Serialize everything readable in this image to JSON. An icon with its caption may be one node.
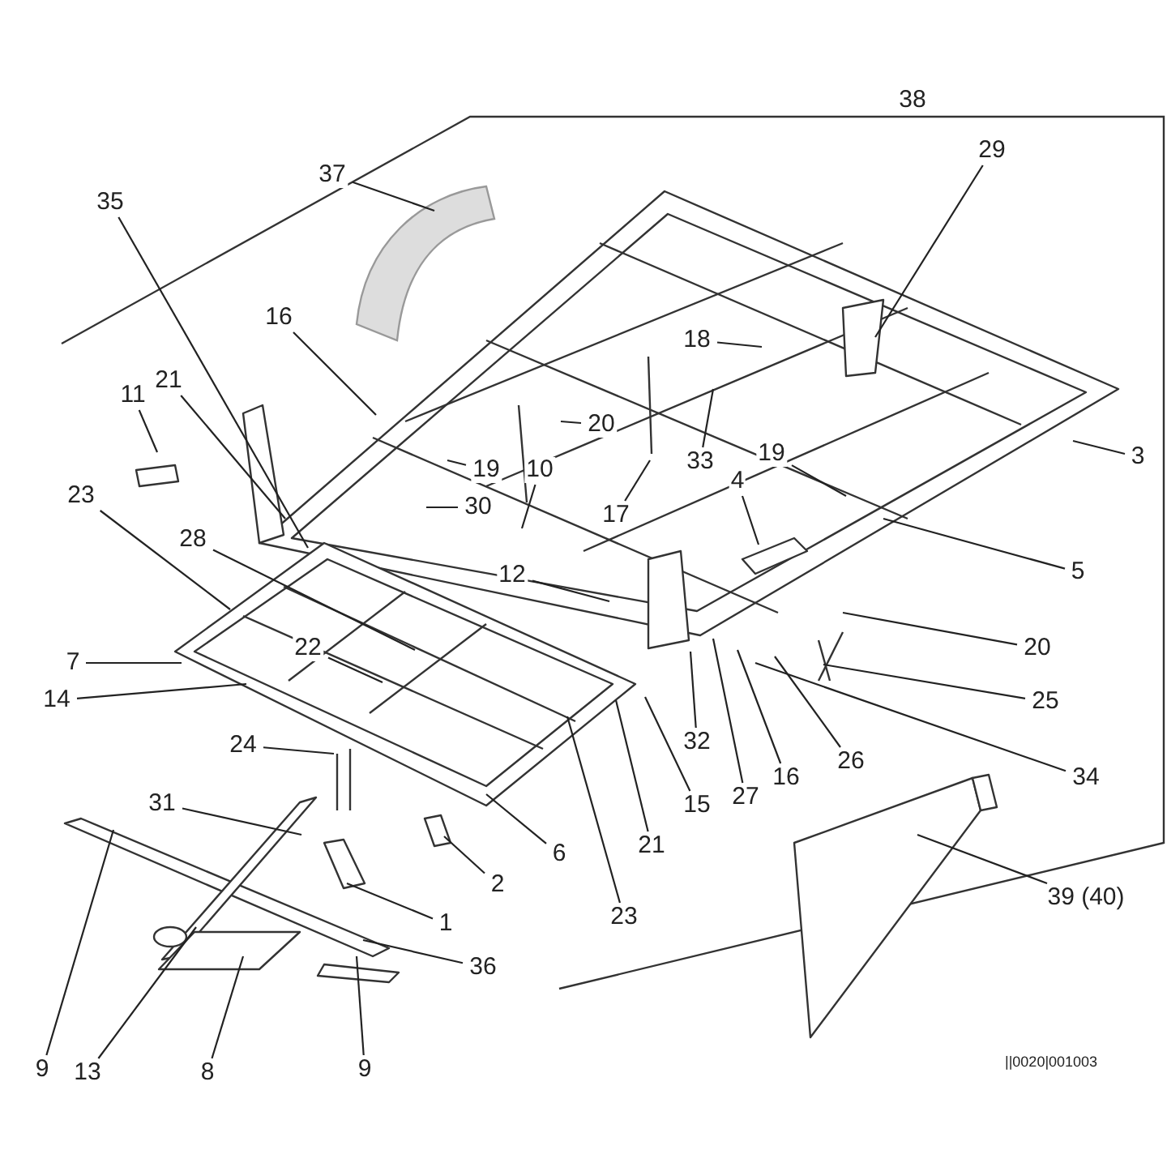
{
  "diagram": {
    "nodes": [
      {
        "text": [
          "29"
        ]
      },
      {
        "text": [
          "35"
        ]
      },
      {
        "text": [
          "37"
        ]
      },
      {
        "text": [
          "16"
        ]
      },
      {
        "text": [
          "18"
        ]
      },
      {
        "text": [
          "20"
        ]
      },
      {
        "text": [
          "19"
        ]
      },
      {
        "text": [
          "10"
        ]
      },
      {
        "text": [
          "17"
        ]
      },
      {
        "text": [
          "33"
        ]
      },
      {
        "text": [
          "19"
        ]
      },
      {
        "text": [
          "3"
        ]
      },
      {
        "text": [
          "30"
        ]
      },
      {
        "text": [
          "4"
        ]
      },
      {
        "text": [
          "5"
        ]
      },
      {
        "text": [
          "12"
        ]
      },
      {
        "text": [
          "11"
        ]
      },
      {
        "text": [
          "21"
        ]
      },
      {
        "text": [
          "23"
        ]
      },
      {
        "text": [
          "28"
        ]
      },
      {
        "text": [
          "7"
        ]
      },
      {
        "text": [
          "14"
        ]
      },
      {
        "text": [
          "22"
        ]
      },
      {
        "text": [
          "20"
        ]
      },
      {
        "text": [
          "25"
        ]
      },
      {
        "text": [
          "32"
        ]
      },
      {
        "text": [
          "15"
        ]
      },
      {
        "text": [
          "27"
        ]
      },
      {
        "text": [
          "16"
        ]
      },
      {
        "text": [
          "26"
        ]
      },
      {
        "text": [
          "34"
        ]
      },
      {
        "text": [
          "24"
        ]
      },
      {
        "text": [
          "31"
        ]
      },
      {
        "text": [
          "6"
        ]
      },
      {
        "text": [
          "21"
        ]
      },
      {
        "text": [
          "23"
        ]
      },
      {
        "text": [
          "2"
        ]
      },
      {
        "text": [
          "1"
        ]
      },
      {
        "text": [
          "36"
        ]
      },
      {
        "text": [
          "39 (40)"
        ]
      },
      {
        "text": [
          "9"
        ]
      },
      {
        "text": [
          "13"
        ]
      },
      {
        "text": [
          "8"
        ]
      },
      {
        "text": [
          "9"
        ]
      },
      {
        "text": [
          "38"
        ]
      }
    ],
    "edges": [
      {
        "from": 0,
        "to": null,
        "arrow": "none"
      },
      {
        "from": 1,
        "to": null,
        "arrow": "none"
      },
      {
        "from": 2,
        "to": null,
        "arrow": "none"
      },
      {
        "from": 3,
        "to": null,
        "arrow": "none"
      },
      {
        "from": 4,
        "to": null,
        "arrow": "none"
      },
      {
        "from": 5,
        "to": null,
        "arrow": "none"
      },
      {
        "from": 6,
        "to": null,
        "arrow": "none"
      },
      {
        "from": 7,
        "to": null,
        "arrow": "none"
      },
      {
        "from": 8,
        "to": null,
        "arrow": "none"
      },
      {
        "from": 9,
        "to": null,
        "arrow": "none"
      },
      {
        "from": 10,
        "to": null,
        "arrow": "none"
      },
      {
        "from": 11,
        "to": null,
        "arrow": "none"
      },
      {
        "from": 12,
        "to": null,
        "arrow": "none"
      },
      {
        "from": 13,
        "to": null,
        "arrow": "none"
      },
      {
        "from": 14,
        "to": null,
        "arrow": "none"
      },
      {
        "from": 15,
        "to": null,
        "arrow": "none"
      },
      {
        "from": 16,
        "to": null,
        "arrow": "none"
      },
      {
        "from": 17,
        "to": null,
        "arrow": "none"
      },
      {
        "from": 18,
        "to": null,
        "arrow": "none"
      },
      {
        "from": 19,
        "to": null,
        "arrow": "none"
      },
      {
        "from": 20,
        "to": null,
        "arrow": "none"
      },
      {
        "from": 21,
        "to": null,
        "arrow": "none"
      },
      {
        "from": 22,
        "to": null,
        "arrow": "none"
      },
      {
        "from": 23,
        "to": null,
        "arrow": "none"
      },
      {
        "from": 24,
        "to": null,
        "arrow": "none"
      },
      {
        "from": 25,
        "to": null,
        "arrow": "none"
      },
      {
        "from": 26,
        "to": null,
        "arrow": "none"
      },
      {
        "from": 27,
        "to": null,
        "arrow": "none"
      },
      {
        "from": 28,
        "to": null,
        "arrow": "none"
      },
      {
        "from": 29,
        "to": null,
        "arrow": "none"
      },
      {
        "from": 30,
        "to": null,
        "arrow": "none"
      },
      {
        "from": 31,
        "to": null,
        "arrow": "none"
      },
      {
        "from": 32,
        "to": null,
        "arrow": "none"
      },
      {
        "from": 33,
        "to": null,
        "arrow": "none"
      },
      {
        "from": 34,
        "to": null,
        "arrow": "none"
      },
      {
        "from": 35,
        "to": null,
        "arrow": "none"
      },
      {
        "from": 36,
        "to": null,
        "arrow": "none"
      },
      {
        "from": 37,
        "to": null,
        "arrow": "none"
      },
      {
        "from": 38,
        "to": null,
        "arrow": "none"
      },
      {
        "from": 39,
        "to": null,
        "arrow": "none"
      },
      {
        "from": 40,
        "to": null,
        "arrow": "none"
      },
      {
        "from": 41,
        "to": null,
        "arrow": "none"
      },
      {
        "from": 42,
        "to": null,
        "arrow": "none"
      },
      {
        "from": 43,
        "to": null,
        "arrow": "none"
      }
    ],
    "labels": [
      "||0020|001003"
    ]
  }
}
